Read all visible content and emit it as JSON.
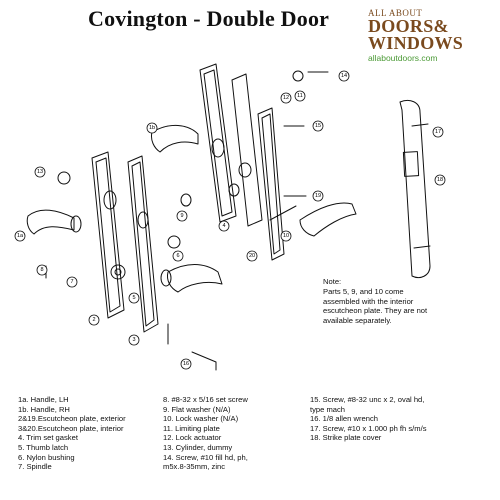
{
  "title": "Covington - Double Door",
  "logo": {
    "line1": "ALL ABOUT",
    "line2": "DOORS&",
    "line3": "WINDOWS",
    "url": "allaboutdoors.com"
  },
  "note": {
    "heading": "Note:",
    "body": "Parts 5, 9, and 10 come assembled with the interior escutcheon plate. They are not available separately."
  },
  "callouts": [
    "1a",
    "1b",
    "2",
    "3",
    "4",
    "5",
    "6",
    "7",
    "8",
    "9",
    "10",
    "11",
    "12",
    "13",
    "14",
    "15",
    "16",
    "17",
    "18",
    "19",
    "20"
  ],
  "legend": {
    "col1": [
      "1a.   Handle, LH",
      "1b.   Handle, RH",
      "2&19.Escutcheon plate, exterior",
      "3&20.Escutcheon plate, interior",
      "4.    Trim set gasket",
      "5.    Thumb latch",
      "6.    Nylon bushing",
      "7.    Spindle"
    ],
    "col2": [
      "8.    #8-32 x 5/16 set screw",
      "9.    Flat washer (N/A)",
      "10.   Lock washer (N/A)",
      "11.   Limiting plate",
      "12.   Lock actuator",
      "13.   Cylinder, dummy",
      "14.   Screw, #10 fill hd, ph,",
      "       m5x.8-35mm, zinc"
    ],
    "col3": [
      "15.   Screw, #8-32 unc x 2, oval hd,",
      "       type mach",
      "16.   1/8 allen wrench",
      "17.   Screw, #10 x 1.000 ph fh s/m/s",
      "18.   Strike plate cover"
    ]
  }
}
